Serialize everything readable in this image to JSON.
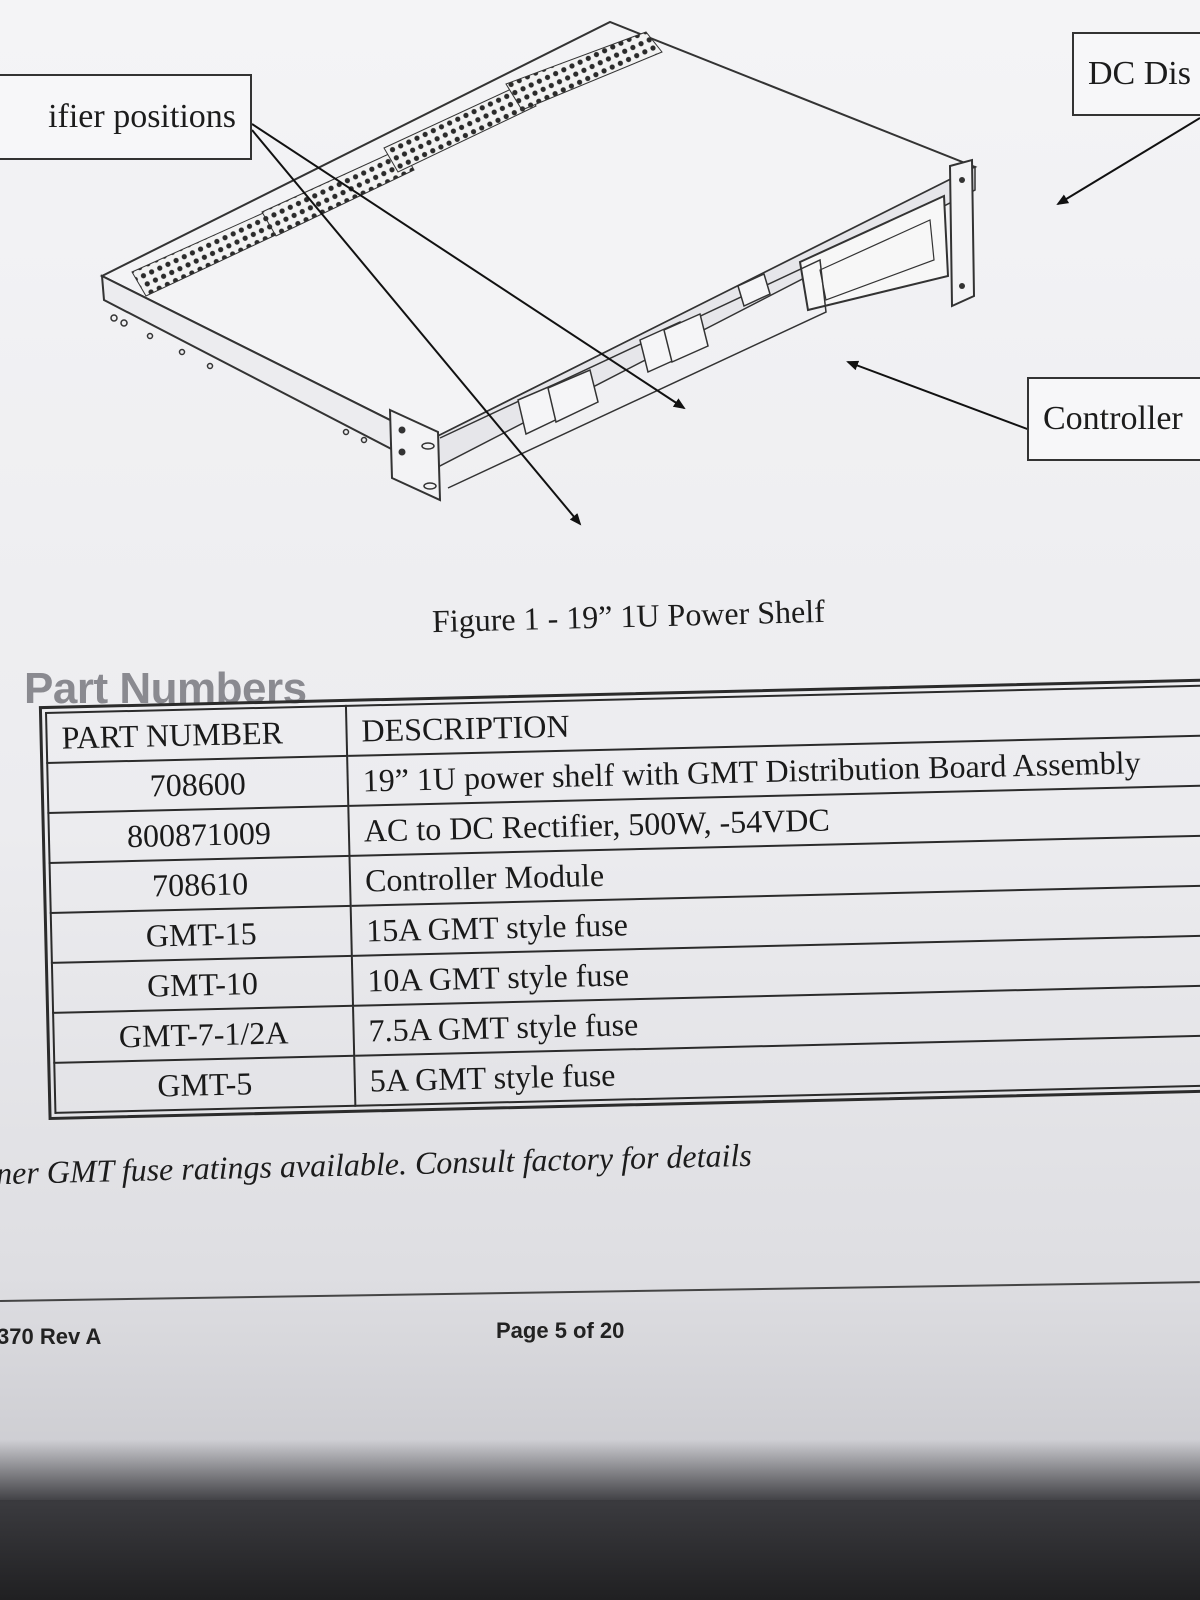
{
  "callouts": {
    "rectifier": "ifier positions",
    "dc_distribution": "DC Dis",
    "controller": "Controller"
  },
  "figure": {
    "caption": "Figure 1 - 19” 1U Power Shelf"
  },
  "section": {
    "heading": "Part Numbers"
  },
  "parts_table": {
    "headers": [
      "PART NUMBER",
      "DESCRIPTION"
    ],
    "rows": [
      {
        "part_number": "708600",
        "description": "19” 1U power shelf with GMT Distribution Board Assembly"
      },
      {
        "part_number": "800871009",
        "description": "AC to DC Rectifier, 500W, -54VDC"
      },
      {
        "part_number": "708610",
        "description": "Controller Module"
      },
      {
        "part_number": "GMT-15",
        "description": "15A GMT style fuse"
      },
      {
        "part_number": "GMT-10",
        "description": "10A GMT style fuse"
      },
      {
        "part_number": "GMT-7-1/2A",
        "description": "7.5A GMT style fuse"
      },
      {
        "part_number": "GMT-5",
        "description": "5A GMT style fuse"
      }
    ]
  },
  "footnote": "ner GMT fuse ratings available.  Consult factory for details",
  "footer": {
    "doc_ref": "370 Rev A",
    "page": "Page 5 of 20"
  }
}
